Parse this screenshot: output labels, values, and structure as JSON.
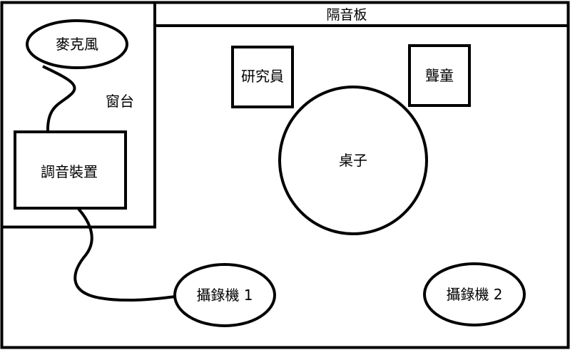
{
  "labels": {
    "sound_barrier": "隔音板",
    "microphone": "麥克風",
    "window_sill": "窗台",
    "sound_mixer": "調音裝置",
    "researcher": "研究員",
    "deaf_child": "聾童",
    "table": "桌子",
    "camera_1": "攝錄機 1",
    "camera_2": "攝錄機 2"
  },
  "colors": {
    "stroke": "#000000",
    "background": "#ffffff"
  }
}
